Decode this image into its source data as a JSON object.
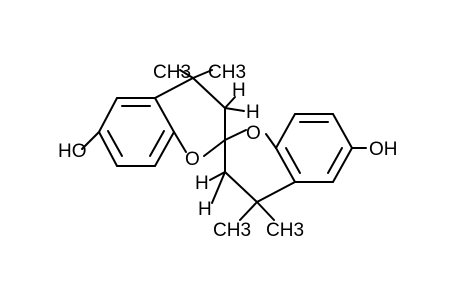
{
  "structure": {
    "atom_labels": {
      "oh_left": "HO",
      "oh_right": "OH",
      "o_upper": "O",
      "o_lower": "O",
      "ch3_top_1": "CH3",
      "ch3_top_2": "CH3",
      "ch3_bottom_1": "CH3",
      "ch3_bottom_2": "CH3",
      "h_top_1": "H",
      "h_top_2": "H",
      "h_bottom_1": "H",
      "h_bottom_2": "H"
    },
    "colors": {
      "ink": "#000000",
      "background": "#ffffff"
    }
  }
}
